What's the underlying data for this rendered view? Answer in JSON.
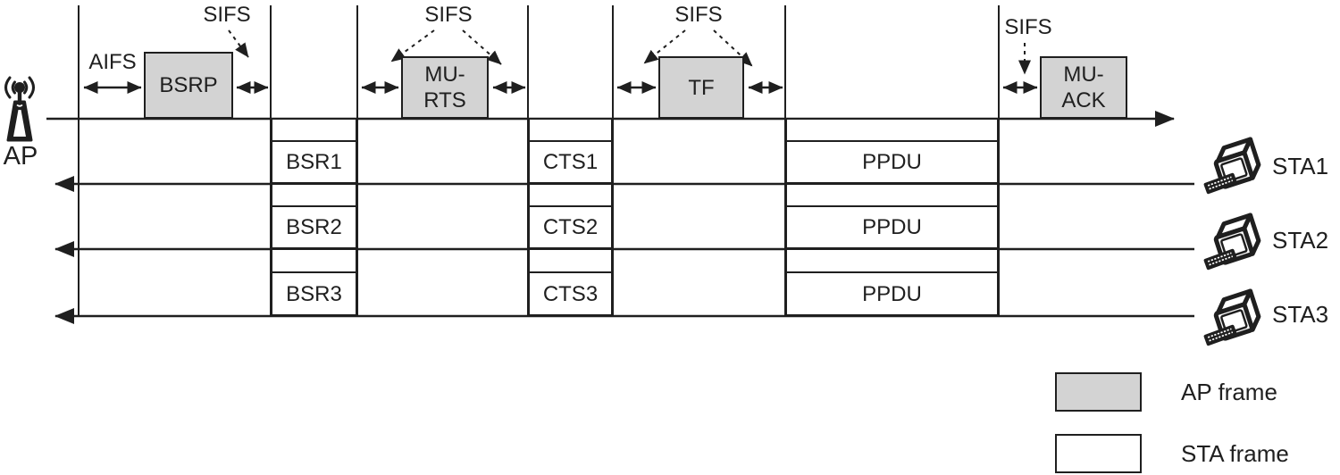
{
  "colors": {
    "ap_frame_fill": "#d3d3d3",
    "sta_frame_fill": "#ffffff",
    "line_color": "#1f1f1f"
  },
  "ap_row": {
    "device_label": "AP",
    "device_icon": "antenna-icon",
    "aifs_label": "AIFS",
    "sifs_callouts": [
      {
        "label": "SIFS"
      },
      {
        "label": "SIFS"
      },
      {
        "label": "SIFS"
      },
      {
        "label": "SIFS"
      }
    ],
    "frames": [
      {
        "label": "BSRP"
      },
      {
        "label": "MU-\nRTS"
      },
      {
        "label": "TF"
      },
      {
        "label": "MU-\nACK"
      }
    ]
  },
  "sta_rows": [
    {
      "device_label": "STA1",
      "device_icon": "workstation-icon",
      "frames": [
        {
          "label": "BSR1"
        },
        {
          "label": "CTS1"
        },
        {
          "label": "PPDU"
        }
      ]
    },
    {
      "device_label": "STA2",
      "device_icon": "workstation-icon",
      "frames": [
        {
          "label": "BSR2"
        },
        {
          "label": "CTS2"
        },
        {
          "label": "PPDU"
        }
      ]
    },
    {
      "device_label": "STA3",
      "device_icon": "workstation-icon",
      "frames": [
        {
          "label": "BSR3"
        },
        {
          "label": "CTS3"
        },
        {
          "label": "PPDU"
        }
      ]
    }
  ],
  "legend": {
    "items": [
      {
        "swatch": "ap-frame",
        "label": "AP frame"
      },
      {
        "swatch": "sta-frame",
        "label": "STA frame"
      }
    ]
  }
}
